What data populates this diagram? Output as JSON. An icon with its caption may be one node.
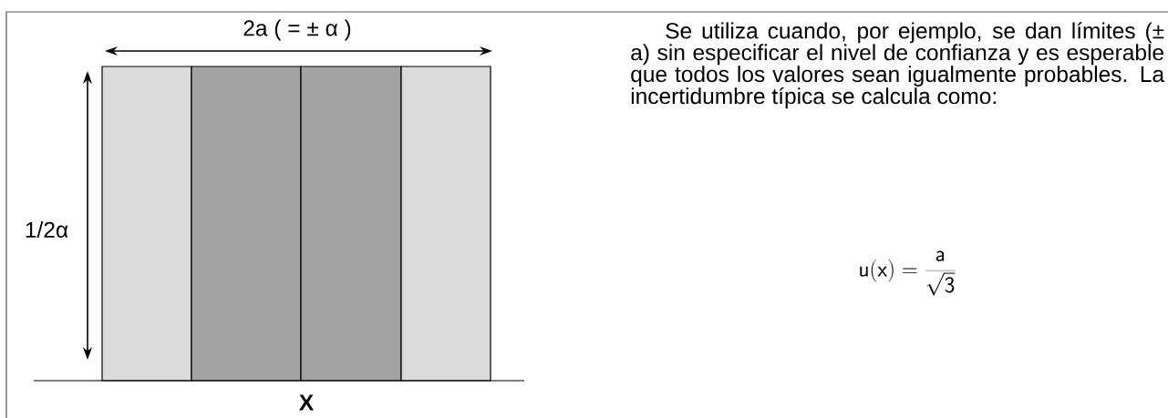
{
  "diagram": {
    "labels": [
      "2a ( =  ± α )",
      "1/2α",
      "X",
      "Se utiliza cuando, por ejemplo, se dan límites (± a) sin especificar el nivel de confianza y es esperable que todos los valores sean igualmente probables. La incertidumbre típica se calcula como:",
      "\\mathsf{u(x)} = \\frac{\\mathsf{a}}{\\sqrt{\\mathsf{3}}}"
    ]
  }
}
